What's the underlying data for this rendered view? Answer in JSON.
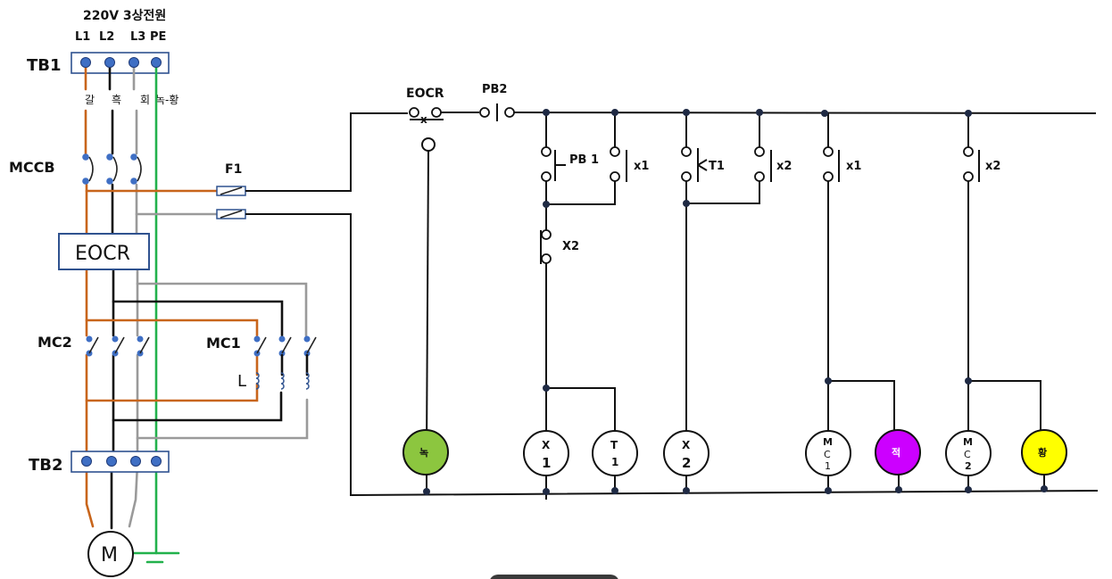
{
  "power": {
    "supply_label": "220V 3상전원",
    "phase_labels": [
      "L1",
      "L2",
      "L3",
      "PE"
    ],
    "wire_colors_label": [
      "갈",
      "흑",
      "회",
      "녹-황"
    ],
    "tb1": "TB1",
    "tb2": "TB2",
    "mccb": "MCCB",
    "eocr": "EOCR",
    "mc2": "MC2",
    "mc1": "MC1",
    "load_tag": "L",
    "fuse": "F1",
    "motor": "M"
  },
  "control": {
    "eocr_label": "EOCR",
    "pb2_label": "PB2",
    "pb1_label": "PB 1",
    "x1_contact_label": "x1",
    "t1_contact_label": "T1",
    "x2_contact_label": "x2",
    "x2_nc_label": "X2",
    "mc1_contact_label": "x1",
    "mc2_contact_label": "x2",
    "coils": [
      {
        "text": "녹",
        "fill": "#8cc63f",
        "text_color": "#111111"
      },
      {
        "line1": "X",
        "line2": "1"
      },
      {
        "line1": "T",
        "line2": "1"
      },
      {
        "line1": "X",
        "line2": "2"
      },
      {
        "line1": "M",
        "line2": "C",
        "line3": "1"
      },
      {
        "text": "적",
        "fill": "#cc00ff",
        "text_color": "#ffffff"
      },
      {
        "line1": "M",
        "line2": "C",
        "line3": "2"
      },
      {
        "text": "황",
        "fill": "#ffff00",
        "text_color": "#111111"
      }
    ]
  },
  "colors": {
    "brown": "#c8651b",
    "black": "#111111",
    "gray": "#9a9a9a",
    "green": "#22b14c",
    "terminal_fill": "#3f6fc4",
    "box_stroke": "#2f528f",
    "node": "#1f2a44"
  }
}
